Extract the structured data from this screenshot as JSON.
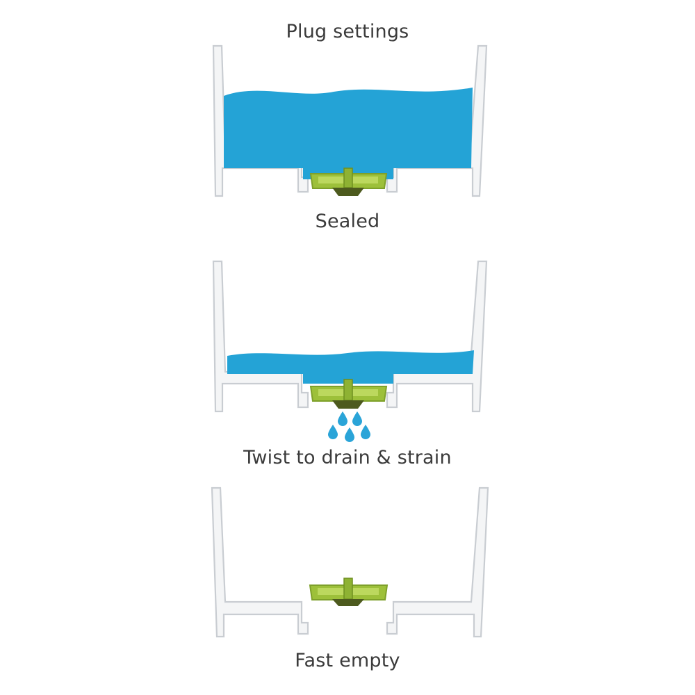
{
  "diagram": {
    "title": "Plug settings",
    "stages": [
      {
        "label": "Sealed",
        "water_level": "full",
        "state": "sealed"
      },
      {
        "label": "Twist to drain & strain",
        "water_level": "low",
        "state": "draining"
      },
      {
        "label": "Fast empty",
        "water_level": "empty",
        "state": "open"
      }
    ]
  },
  "colors": {
    "water": "#24a3d6",
    "plug": "#9dc03a",
    "plug_base": "#4d5a1e",
    "wall": "#f4f5f6",
    "wall_outline": "#c9cdd2"
  }
}
